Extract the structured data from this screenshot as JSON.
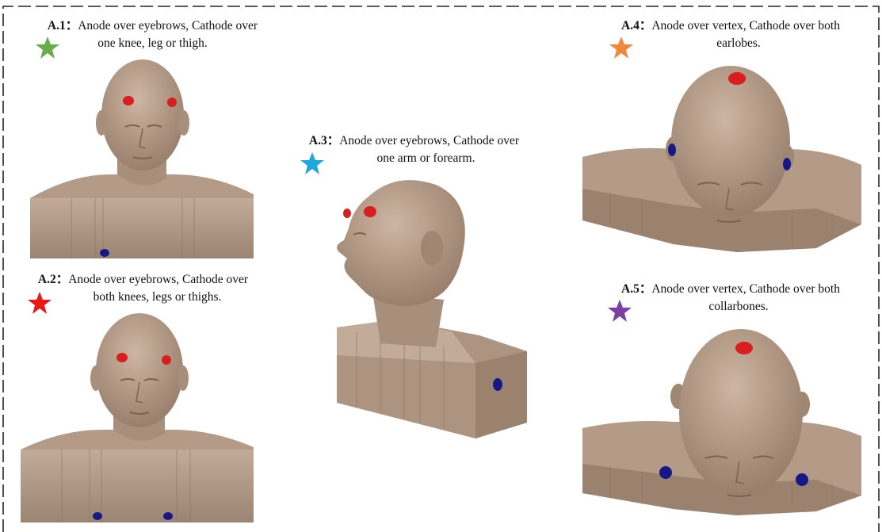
{
  "colors": {
    "anode": "#d81e1e",
    "cathode": "#16188a",
    "skin": "#b49b87",
    "star_a1": "#6aab4e",
    "star_a2": "#e81919",
    "star_a3": "#1ea7dc",
    "star_a4": "#f0873a",
    "star_a5": "#7a3fa0"
  },
  "panels": [
    {
      "label": "A.1：",
      "line1": "Anode over eyebrows, Cathode over",
      "line2": "one knee, leg or thigh.",
      "star": "green-star-icon"
    },
    {
      "label": "A.2：",
      "line1": "Anode over eyebrows, Cathode over",
      "line2": "both knees, legs or thighs.",
      "star": "red-star-icon"
    },
    {
      "label": "A.3：",
      "line1": "Anode over eyebrows, Cathode over",
      "line2": "one arm or forearm.",
      "star": "cyan-star-icon"
    },
    {
      "label": "A.4：",
      "line1": "Anode over vertex, Cathode over both",
      "line2": "earlobes.",
      "star": "orange-star-icon"
    },
    {
      "label": "A.5：",
      "line1": "Anode over vertex, Cathode over both",
      "line2": "collarbones.",
      "star": "purple-star-icon"
    }
  ]
}
